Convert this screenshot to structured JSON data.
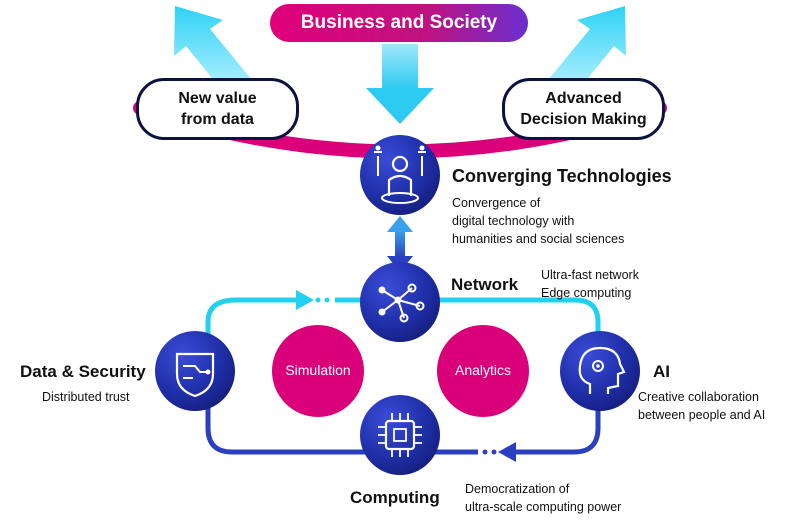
{
  "top": {
    "label": "Business and Society"
  },
  "outputs": [
    {
      "label_lines": [
        "New value",
        "from data"
      ]
    },
    {
      "label_lines": [
        "Advanced",
        "Decision Making"
      ]
    }
  ],
  "converging": {
    "title": "Converging Technologies",
    "desc_lines": [
      "Convergence of",
      "digital technology with",
      "humanities and social sciences"
    ]
  },
  "network": {
    "title": "Network",
    "desc_lines": [
      "Ultra-fast network",
      "Edge computing"
    ]
  },
  "data_security": {
    "title": "Data & Security",
    "desc": "Distributed trust"
  },
  "ai": {
    "title": "AI",
    "desc_lines": [
      "Creative collaboration",
      "between people and AI"
    ]
  },
  "computing": {
    "title": "Computing",
    "desc_lines": [
      "Democratization of",
      "ultra-scale computing power"
    ]
  },
  "center": {
    "simulation": "Simulation",
    "analytics": "Analytics"
  },
  "colors": {
    "magenta": "#e0007a",
    "navy": "#0b1240",
    "cyan": "#22d0f0",
    "indigo": "#2a3fc0",
    "purple": "#6b2fd0"
  }
}
